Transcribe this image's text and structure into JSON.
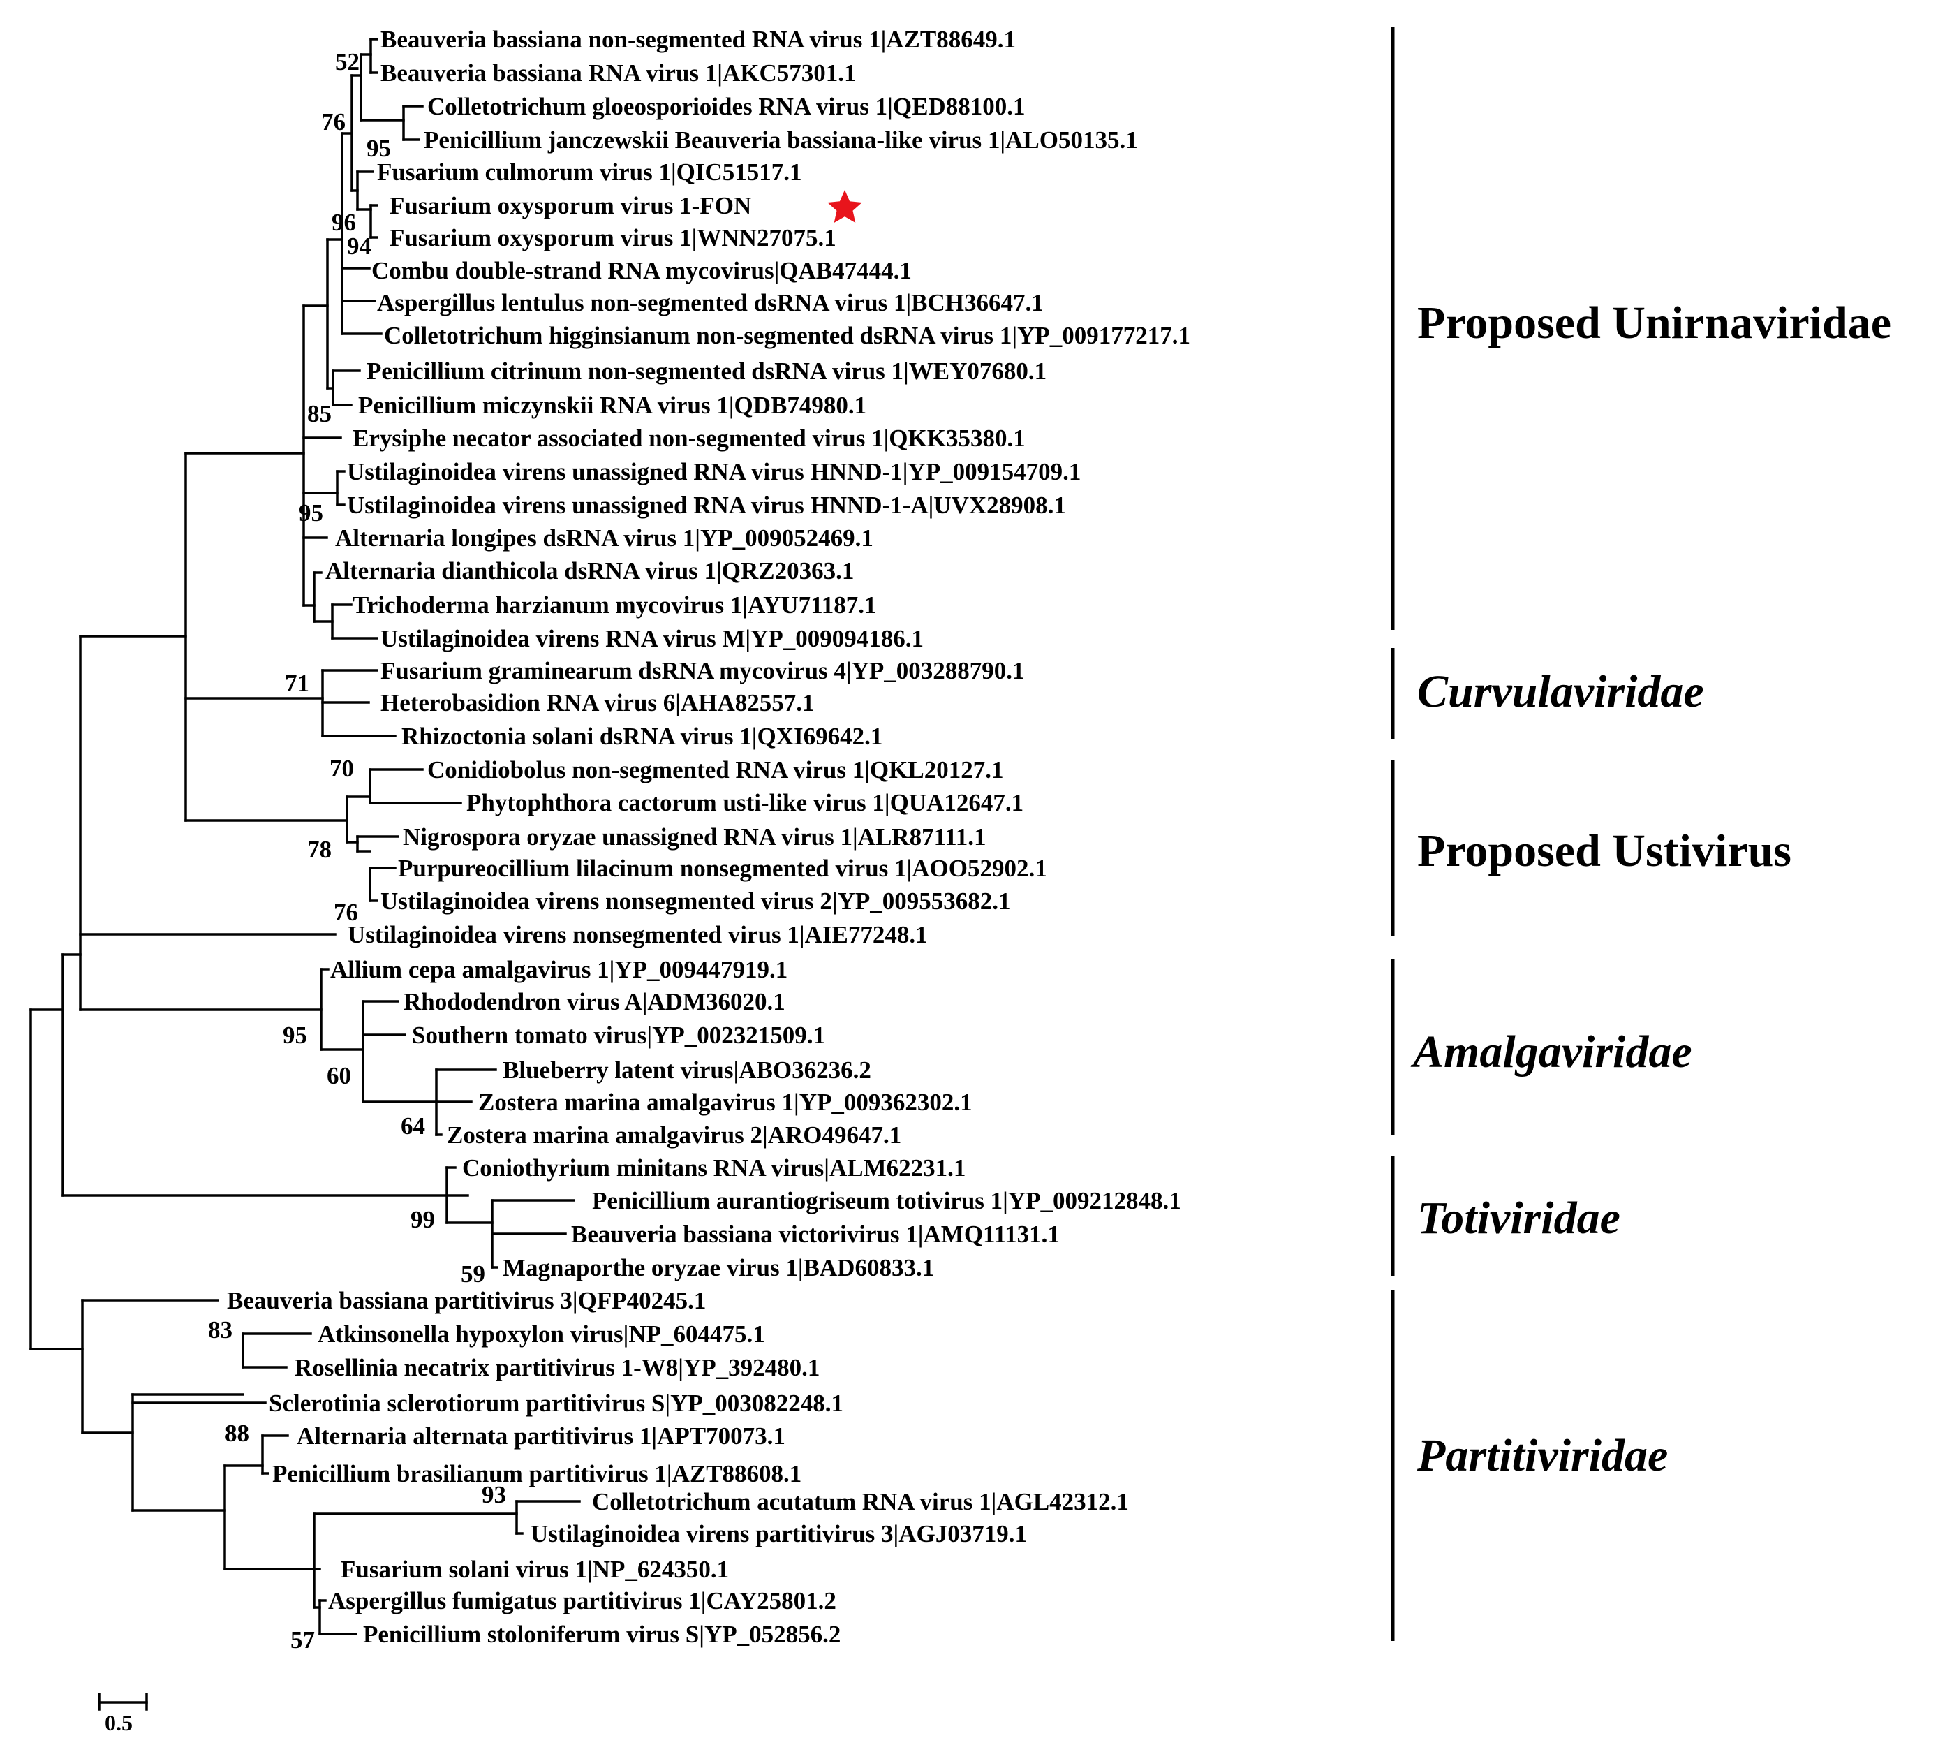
{
  "tree": {
    "leaves": [
      "Beauveria bassiana non-segmented RNA virus 1|AZT88649.1",
      "Beauveria bassiana RNA virus 1|AKC57301.1",
      "Colletotrichum gloeosporioides RNA virus 1|QED88100.1",
      "Penicillium janczewskii Beauveria bassiana-like virus 1|ALO50135.1",
      "Fusarium culmorum virus 1|QIC51517.1",
      "Fusarium oxysporum virus 1-FON",
      "Fusarium oxysporum virus 1|WNN27075.1",
      "Combu double-strand RNA mycovirus|QAB47444.1",
      "Aspergillus lentulus non-segmented dsRNA virus 1|BCH36647.1",
      "Colletotrichum higginsianum non-segmented dsRNA virus 1|YP_009177217.1",
      "Penicillium citrinum non-segmented dsRNA virus 1|WEY07680.1",
      "Penicillium miczynskii RNA virus 1|QDB74980.1",
      "Erysiphe necator associated non-segmented virus 1|QKK35380.1",
      "Ustilaginoidea virens unassigned RNA virus HNND-1|YP_009154709.1",
      "Ustilaginoidea virens unassigned RNA virus HNND-1-A|UVX28908.1",
      "Alternaria longipes dsRNA virus 1|YP_009052469.1",
      "Alternaria dianthicola dsRNA virus 1|QRZ20363.1",
      "Trichoderma harzianum mycovirus 1|AYU71187.1",
      "Ustilaginoidea virens RNA virus M|YP_009094186.1",
      "Fusarium graminearum dsRNA mycovirus 4|YP_003288790.1",
      "Heterobasidion RNA virus 6|AHA82557.1",
      "Rhizoctonia solani dsRNA virus 1|QXI69642.1",
      "Conidiobolus non-segmented RNA virus 1|QKL20127.1",
      "Phytophthora cactorum usti-like virus 1|QUA12647.1",
      "Nigrospora oryzae unassigned RNA virus 1|ALR87111.1",
      "Purpureocillium lilacinum nonsegmented virus 1|AOO52902.1",
      "Ustilaginoidea virens nonsegmented virus 2|YP_009553682.1",
      "Ustilaginoidea virens nonsegmented virus 1|AIE77248.1",
      "Allium cepa amalgavirus 1|YP_009447919.1",
      "Rhododendron virus A|ADM36020.1",
      "Southern tomato virus|YP_002321509.1",
      "Blueberry latent virus|ABO36236.2",
      "Zostera marina amalgavirus 1|YP_009362302.1",
      "Zostera marina amalgavirus 2|ARO49647.1",
      "Coniothyrium minitans RNA virus|ALM62231.1",
      "Penicillium aurantiogriseum totivirus 1|YP_009212848.1",
      "Beauveria bassiana victorivirus 1|AMQ11131.1",
      "Magnaporthe oryzae virus 1|BAD60833.1",
      "Beauveria bassiana partitivirus 3|QFP40245.1",
      "Atkinsonella hypoxylon virus|NP_604475.1",
      "Rosellinia necatrix partitivirus 1-W8|YP_392480.1",
      "Sclerotinia sclerotiorum partitivirus S|YP_003082248.1",
      "Alternaria alternata partitivirus 1|APT70073.1",
      "Penicillium brasilianum partitivirus 1|AZT88608.1",
      "Colletotrichum acutatum RNA virus 1|AGL42312.1",
      "Ustilaginoidea virens partitivirus 3|AGJ03719.1",
      "Fusarium solani virus 1|NP_624350.1",
      "Aspergillus fumigatus partitivirus 1|CAY25801.2",
      "Penicillium stoloniferum virus S|YP_052856.2"
    ],
    "bootstrap": [
      "52",
      "76",
      "95",
      "96",
      "94",
      "85",
      "95",
      "71",
      "70",
      "78",
      "76",
      "95",
      "60",
      "64",
      "99",
      "59",
      "83",
      "88",
      "93",
      "57"
    ],
    "clades": [
      {
        "name": "Proposed Unirnaviridae",
        "italic": false
      },
      {
        "name": "Curvulaviridae",
        "italic": true
      },
      {
        "name": "Proposed Ustivirus",
        "italic": false
      },
      {
        "name": "Amalgaviridae",
        "italic": true
      },
      {
        "name": "Totiviridae",
        "italic": true
      },
      {
        "name": "Partitiviridae",
        "italic": true
      }
    ],
    "highlight": {
      "leaf": "Fusarium oxysporum virus 1-FON",
      "marker": "star-icon",
      "color": "#e8141c"
    },
    "scale_bar": {
      "label": "0.5"
    }
  }
}
